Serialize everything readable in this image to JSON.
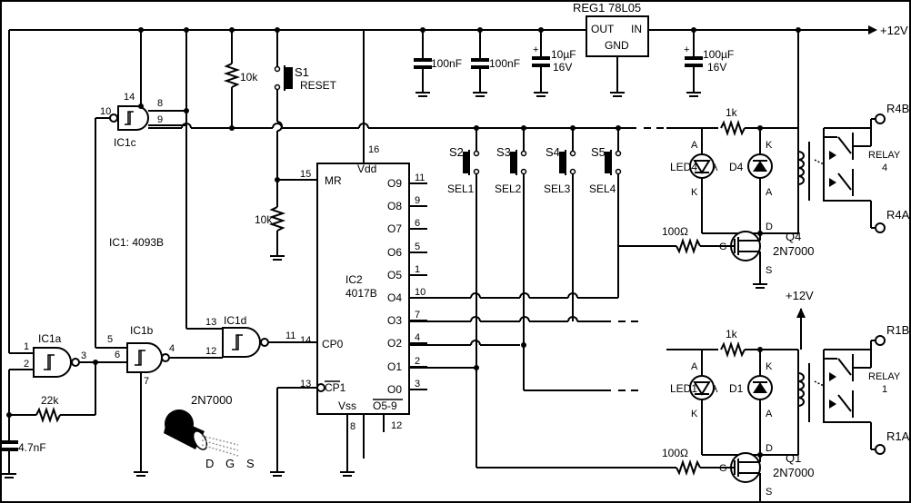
{
  "supply": {
    "v12": "+12V",
    "v12b": "+12V"
  },
  "regulator": {
    "label": "REG1 78L05",
    "out": "OUT",
    "in": "IN",
    "gnd": "GND"
  },
  "caps": {
    "c1": "100nF",
    "c2": "100nF",
    "c3a": "10µF",
    "c3b": "16V",
    "c4a": "100µF",
    "c4b": "16V",
    "c5": "4.7nF",
    "plus": "+"
  },
  "resistors": {
    "r_pullup": "10k",
    "r_mr": "10k",
    "r_osc": "22k",
    "r_led4": "1k",
    "r_led1": "1k",
    "r_g4": "100Ω",
    "r_g1": "100Ω"
  },
  "reset": {
    "name": "S1",
    "label": "RESET"
  },
  "select_switches": [
    {
      "name": "S2",
      "label": "SEL1"
    },
    {
      "name": "S3",
      "label": "SEL2"
    },
    {
      "name": "S4",
      "label": "SEL3"
    },
    {
      "name": "S5",
      "label": "SEL4"
    }
  ],
  "gates": {
    "a": "IC1a",
    "b": "IC1b",
    "c": "IC1c",
    "d": "IC1d",
    "ic1_note": "IC1: 4093B"
  },
  "gate_pins": {
    "a_in1": "1",
    "a_in2": "2",
    "a_out": "3",
    "b_in1": "5",
    "b_in2": "6",
    "b_out": "4",
    "b_gnd": "7",
    "c_in": "10",
    "c_vdd": "14",
    "c_p8": "8",
    "c_p9": "9",
    "d_in1": "13",
    "d_in2": "12",
    "d_out": "11"
  },
  "ic2": {
    "name": "IC2",
    "part": "4017B",
    "vdd": "Vdd",
    "vss": "Vss",
    "mr": "MR",
    "cp0": "CP0",
    "cp1": "CP1",
    "o59": "O5-9",
    "pin_vdd": "16",
    "pin_vss": "8",
    "pin_mr": "15",
    "pin_cp0": "14",
    "pin_cp1": "13",
    "pin_o59": "12",
    "outputs": [
      {
        "label": "O9",
        "pin": "11"
      },
      {
        "label": "O8",
        "pin": "9"
      },
      {
        "label": "O7",
        "pin": "6"
      },
      {
        "label": "O6",
        "pin": "5"
      },
      {
        "label": "O5",
        "pin": "1"
      },
      {
        "label": "O4",
        "pin": "10"
      },
      {
        "label": "O3",
        "pin": "7"
      },
      {
        "label": "O2",
        "pin": "4"
      },
      {
        "label": "O1",
        "pin": "2"
      },
      {
        "label": "O0",
        "pin": "3"
      }
    ]
  },
  "channel4": {
    "led": "LED4",
    "diode": "D4",
    "fet": "Q4",
    "fet_part": "2N7000",
    "relay": "RELAY",
    "relay_no": "4",
    "out_b": "R4B",
    "out_a": "R4A",
    "a": "A",
    "k": "K",
    "g": "G",
    "d": "D",
    "s": "S"
  },
  "channel1": {
    "led": "LED1",
    "diode": "D1",
    "fet": "Q1",
    "fet_part": "2N7000",
    "relay": "RELAY",
    "relay_no": "1",
    "out_b": "R1B",
    "out_a": "R1A",
    "a": "A",
    "k": "K",
    "g": "G",
    "d": "D",
    "s": "S"
  },
  "transistor_pinout": {
    "title": "2N7000",
    "d": "D",
    "g": "G",
    "s": "S"
  }
}
